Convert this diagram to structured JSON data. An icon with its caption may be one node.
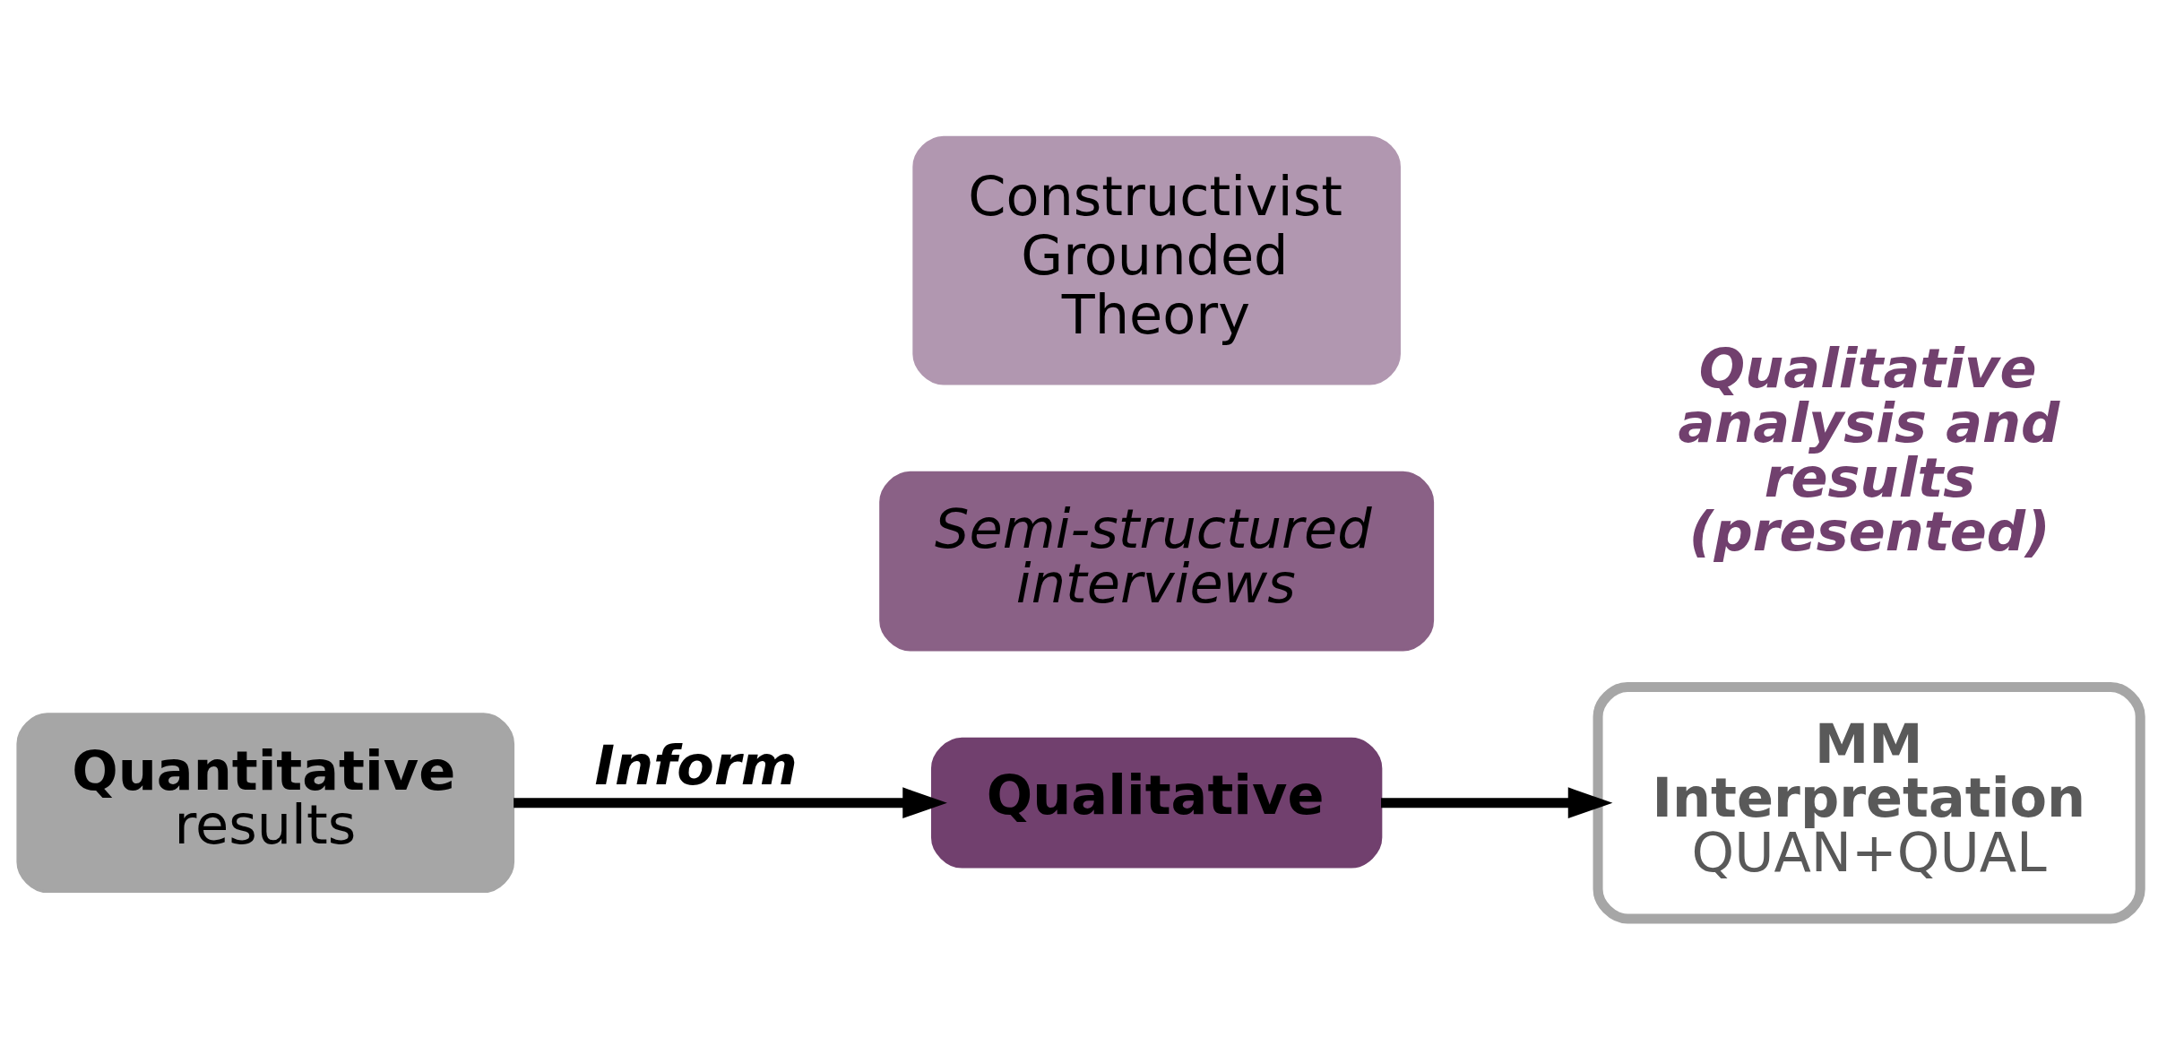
{
  "diagram": {
    "nodes": [
      {
        "text": [
          "Quantitative",
          "results"
        ]
      },
      {
        "text": [
          "Qualitative"
        ]
      },
      {
        "text": [
          "MM Interpretation",
          "QUAN+QUAL"
        ]
      },
      {
        "text": [
          "Semi-structured interviews"
        ]
      },
      {
        "text": [
          "Constructivist Grounded Theory"
        ]
      }
    ],
    "edges": [
      {
        "from": 0,
        "to": 1,
        "arrow": "to",
        "label": "Inform"
      },
      {
        "from": 1,
        "to": 2,
        "arrow": "to"
      }
    ],
    "labels": [
      "Qualitative analysis and results (presented)"
    ]
  }
}
